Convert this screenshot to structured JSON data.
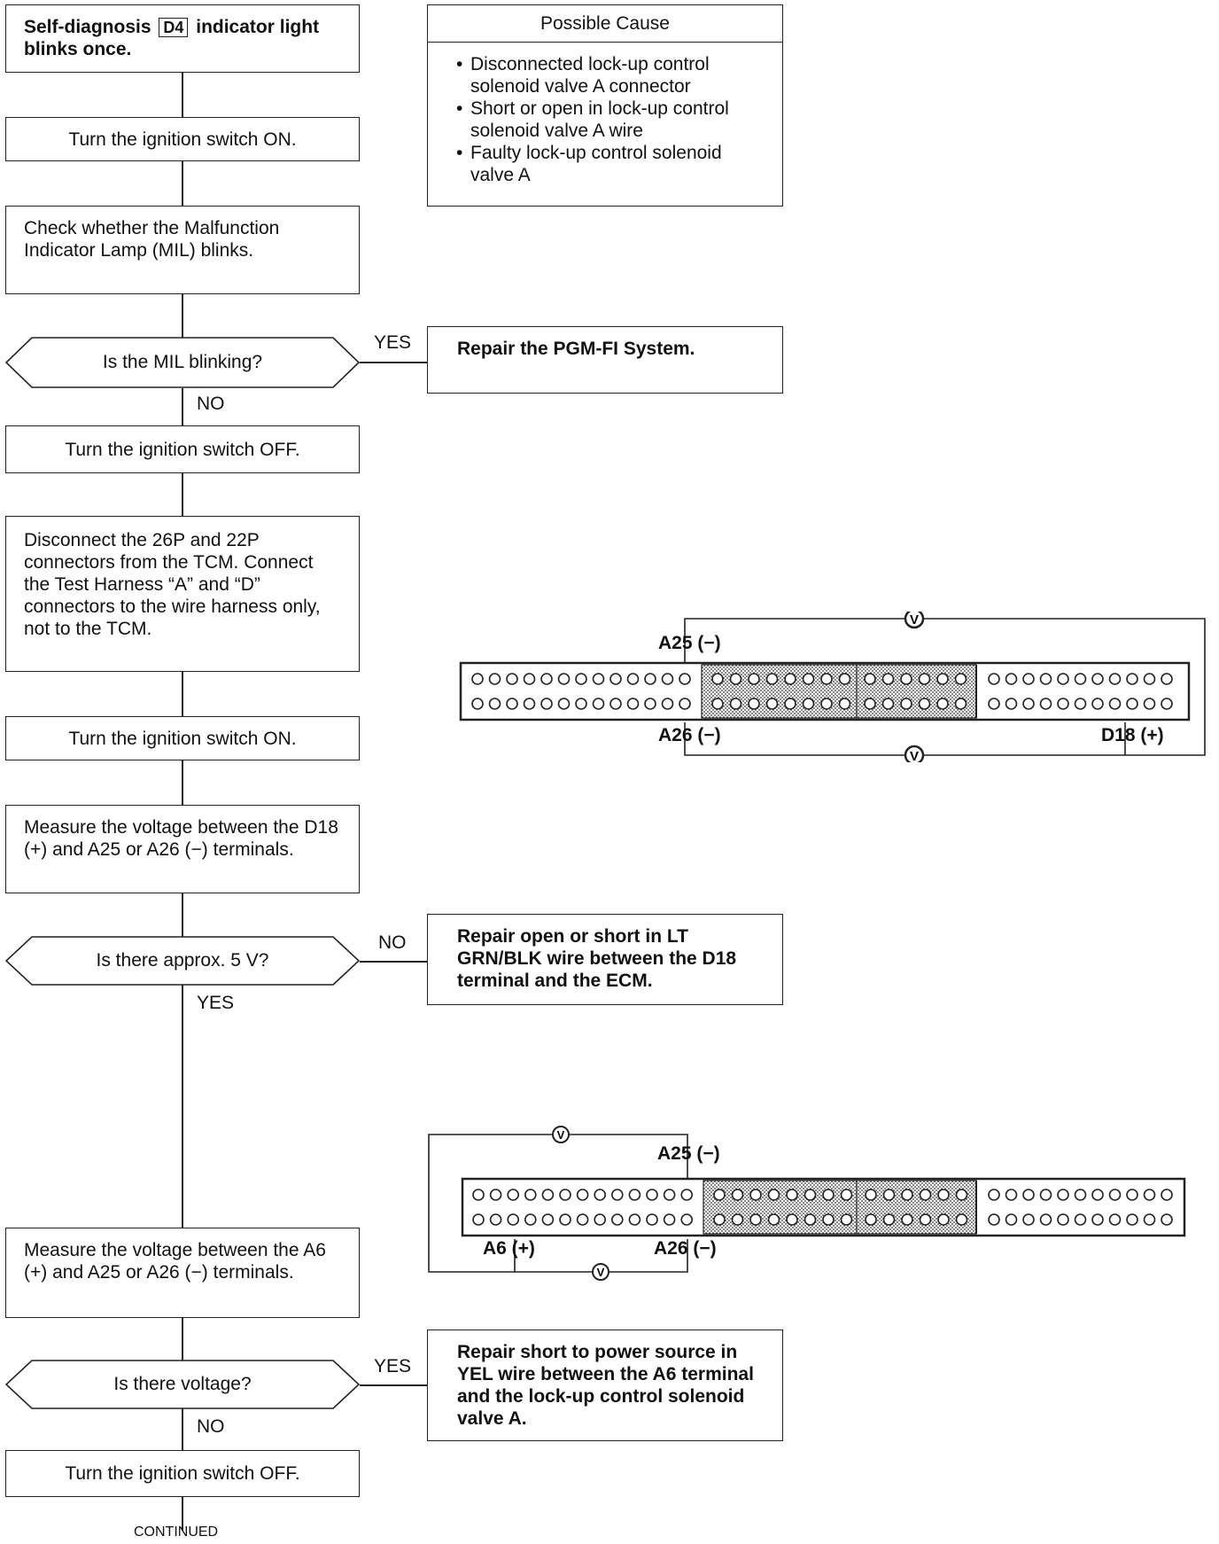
{
  "steps": {
    "self_diag_pre": "Self-diagnosis",
    "self_diag_code": "D4",
    "self_diag_post": "indicator light",
    "self_diag_line2": "blinks once.",
    "ignition_on_1": "Turn the ignition switch ON.",
    "check_mil": "Check whether the Malfunction Indicator Lamp (MIL) blinks.",
    "ignition_off_1": "Turn the ignition switch OFF.",
    "disconnect": "Disconnect the 26P and 22P connectors from the TCM. Connect the Test Harness “A” and “D” connectors to the wire harness only, not to the TCM.",
    "ignition_on_2": "Turn the ignition switch ON.",
    "measure_d18": "Measure the voltage between the D18 (+) and A25 or A26 (−) terminals.",
    "measure_a6": "Measure the voltage between the A6 (+) and A25 or A26 (−) terminals.",
    "ignition_off_2": "Turn the ignition switch OFF.",
    "continued": "CONTINUED"
  },
  "decisions": {
    "mil_blinking": "Is the MIL blinking?",
    "approx_5v": "Is there approx. 5 V?",
    "voltage": "Is there voltage?"
  },
  "answers": {
    "yes": "YES",
    "no": "NO"
  },
  "possible_cause": {
    "title": "Possible Cause",
    "items": [
      "Disconnected lock-up control solenoid valve A connector",
      "Short or open in lock-up control solenoid valve A wire",
      "Faulty lock-up control solenoid valve A"
    ]
  },
  "repairs": {
    "pgm_fi": "Repair the PGM-FI System.",
    "lt_grn": "Repair open or short in LT GRN/BLK wire between the D18 terminal and the ECM.",
    "yel": "Repair short to power source in YEL wire between the A6 terminal and the lock-up control solenoid valve A."
  },
  "diagram1": {
    "a25": "A25 (−)",
    "a26": "A26 (−)",
    "d18": "D18 (+)",
    "meter": "V"
  },
  "diagram2": {
    "a25": "A25 (−)",
    "a26": "A26 (−)",
    "a6": "A6 (+)",
    "meter": "V"
  }
}
